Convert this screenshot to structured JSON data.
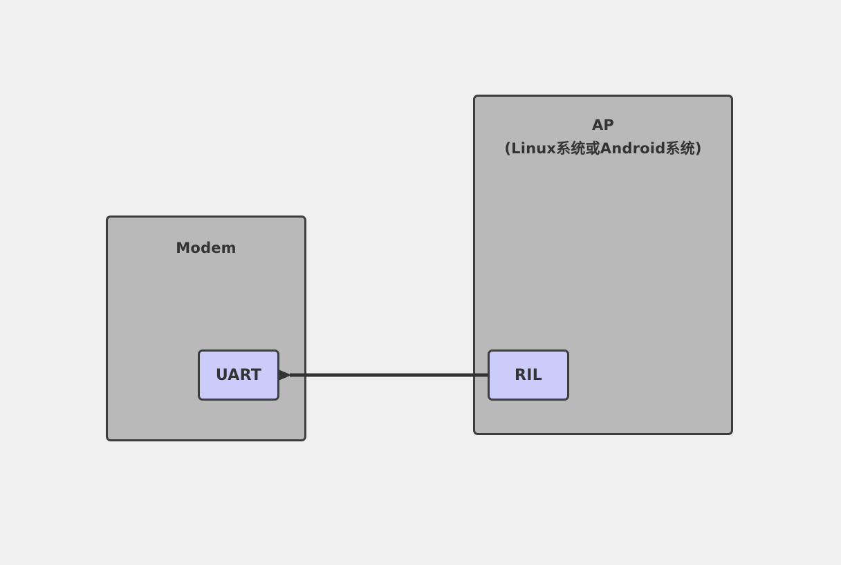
{
  "diagram": {
    "background_color": "#f0f0f0",
    "node_fill_container": "#b9b9b9",
    "node_fill_leaf": "#ccccfa",
    "node_stroke": "#3d3d3d",
    "text_color": "#333333",
    "edge_color": "#333333",
    "nodes": {
      "modem": {
        "label": "Modem"
      },
      "ap": {
        "label_line1": "AP",
        "label_line2": "(Linux系统或Android系统)",
        "label": "AP\n(Linux系统或Android系统)"
      },
      "uart": {
        "label": "UART"
      },
      "ril": {
        "label": "RIL"
      }
    },
    "edges": [
      {
        "name": "ril-to-uart",
        "from": "RIL",
        "to": "UART",
        "label": "",
        "direction": "left",
        "arrowhead": "filled-triangle"
      }
    ]
  }
}
